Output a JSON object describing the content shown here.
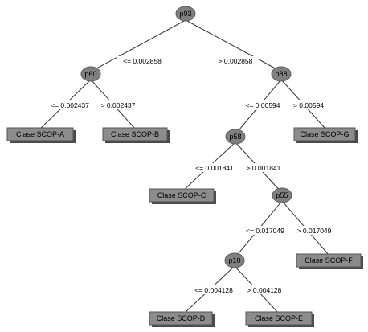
{
  "tree": {
    "internal_nodes": [
      {
        "id": "root",
        "label": "p93"
      },
      {
        "id": "n60",
        "label": "p60"
      },
      {
        "id": "n88",
        "label": "p88"
      },
      {
        "id": "n58",
        "label": "p58"
      },
      {
        "id": "n55",
        "label": "p55"
      },
      {
        "id": "n10",
        "label": "p10"
      }
    ],
    "leaves": [
      {
        "id": "leafA",
        "label": "Clase SCOP-A"
      },
      {
        "id": "leafB",
        "label": "Clase SCOP-B"
      },
      {
        "id": "leafG",
        "label": "Clase SCOP-G"
      },
      {
        "id": "leafC",
        "label": "Clase SCOP-C"
      },
      {
        "id": "leafF",
        "label": "Clase SCOP-F"
      },
      {
        "id": "leafD",
        "label": "Clase SCOP-D"
      },
      {
        "id": "leafE",
        "label": "Clase SCOP-E"
      }
    ],
    "edges": [
      {
        "from": "root",
        "to": "n60",
        "label": "<= 0.002858"
      },
      {
        "from": "root",
        "to": "n88",
        "label": "> 0.002858"
      },
      {
        "from": "n60",
        "to": "leafA",
        "label": "<= 0.002437"
      },
      {
        "from": "n60",
        "to": "leafB",
        "label": "> 0.002437"
      },
      {
        "from": "n88",
        "to": "n58",
        "label": "<= 0.00594"
      },
      {
        "from": "n88",
        "to": "leafG",
        "label": "> 0.00594"
      },
      {
        "from": "n58",
        "to": "leafC",
        "label": "<= 0.001841"
      },
      {
        "from": "n58",
        "to": "n55",
        "label": "> 0.001841"
      },
      {
        "from": "n55",
        "to": "n10",
        "label": "<= 0.017049"
      },
      {
        "from": "n55",
        "to": "leafF",
        "label": "> 0.017049"
      },
      {
        "from": "n10",
        "to": "leafD",
        "label": "<= 0.004128"
      },
      {
        "from": "n10",
        "to": "leafE",
        "label": "> 0.004128"
      }
    ]
  }
}
